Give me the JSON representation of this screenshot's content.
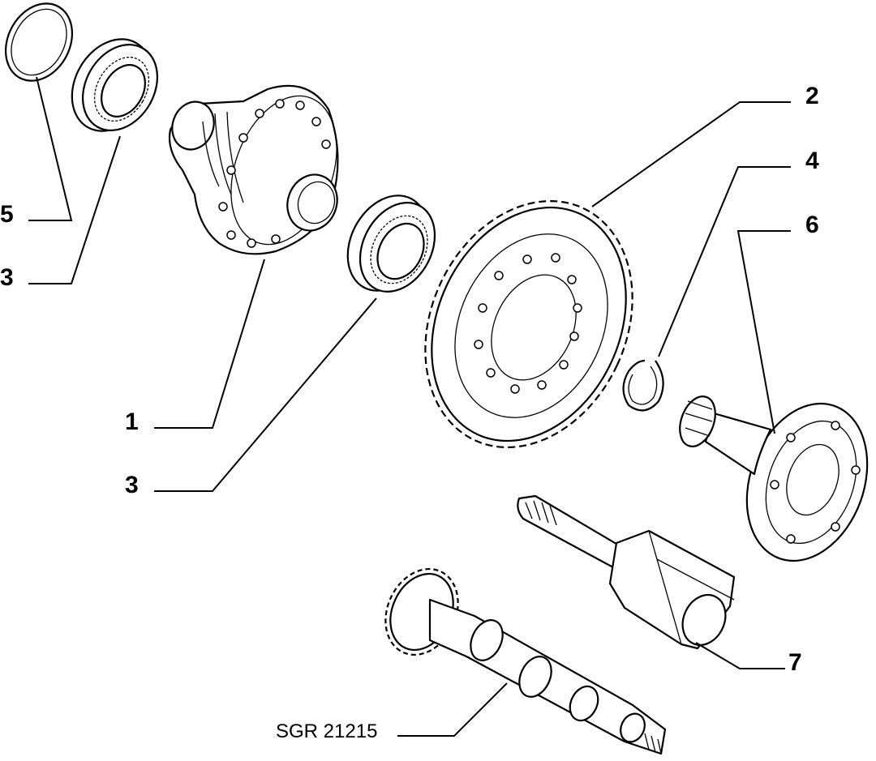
{
  "callouts": [
    {
      "id": "c1",
      "label": "1"
    },
    {
      "id": "c2",
      "label": "2"
    },
    {
      "id": "c3a",
      "label": "3"
    },
    {
      "id": "c3b",
      "label": "3"
    },
    {
      "id": "c4",
      "label": "4"
    },
    {
      "id": "c5",
      "label": "5"
    },
    {
      "id": "c6",
      "label": "6"
    },
    {
      "id": "c7",
      "label": "7"
    }
  ],
  "reference": "SGR 21215"
}
